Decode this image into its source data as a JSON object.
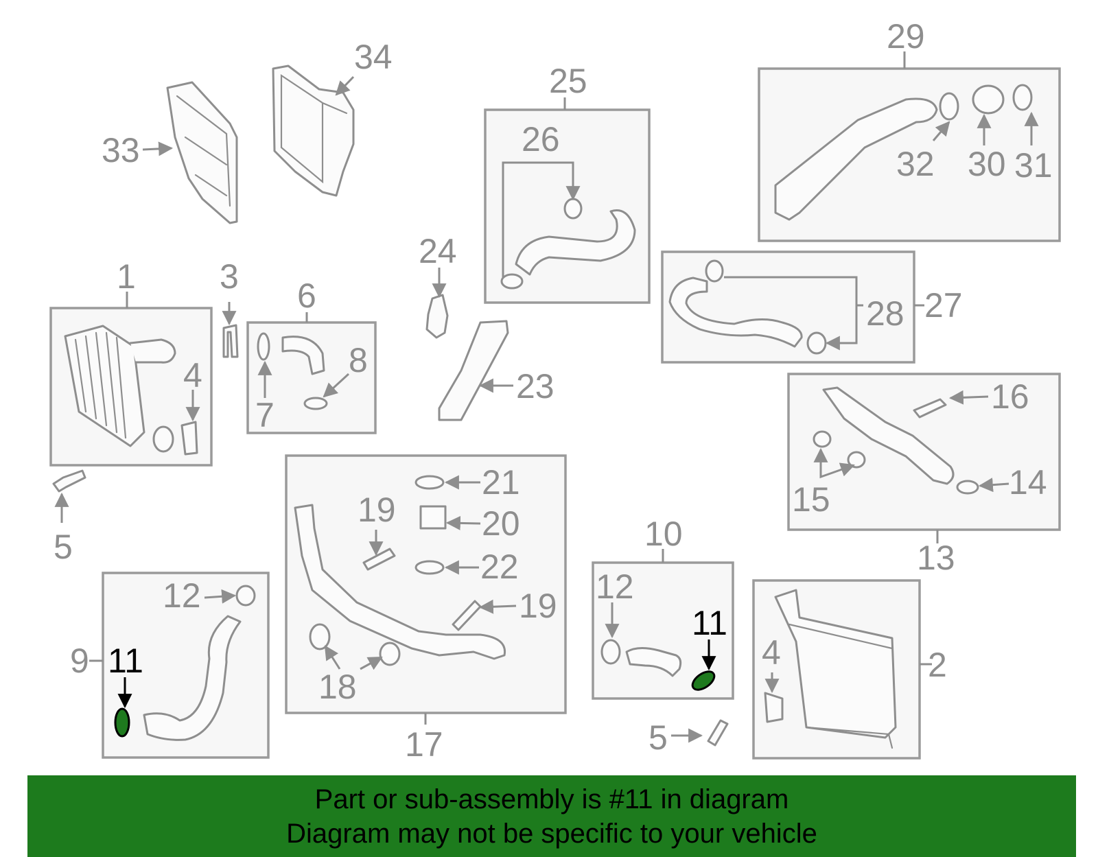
{
  "diagram": {
    "callouts": [
      "1",
      "2",
      "3",
      "4",
      "4",
      "5",
      "5",
      "6",
      "7",
      "8",
      "9",
      "10",
      "11",
      "11",
      "12",
      "12",
      "13",
      "14",
      "15",
      "16",
      "17",
      "18",
      "19",
      "19",
      "20",
      "21",
      "22",
      "23",
      "24",
      "25",
      "26",
      "27",
      "28",
      "29",
      "30",
      "31",
      "32",
      "33",
      "34"
    ],
    "highlight_part": "11",
    "colors": {
      "line": "#8e8e8e",
      "box_fill": "#f7f7f7",
      "highlight": "#1e7a1e",
      "banner": "#1d7b1d"
    }
  },
  "banner": {
    "line1": "Part or sub-assembly is #11 in diagram",
    "line2": "Diagram may not be specific to your vehicle"
  }
}
